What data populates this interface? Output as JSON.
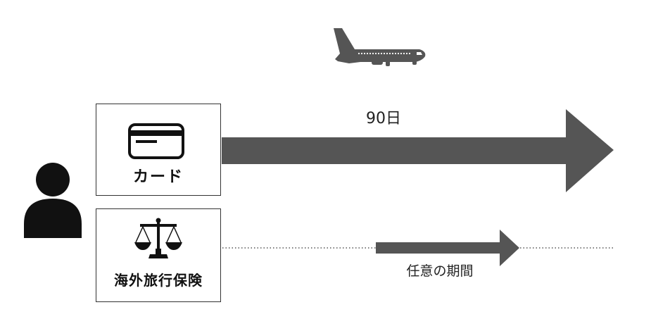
{
  "card": {
    "label": "カード",
    "duration_label": "90日"
  },
  "insurance": {
    "label": "海外旅行保険",
    "duration_label": "任意の期間"
  },
  "colors": {
    "arrow": "#555555",
    "icon": "#111111",
    "border": "#333333",
    "plane": "#555555"
  },
  "icons": [
    "airplane-icon",
    "person-icon",
    "credit-card-icon",
    "scales-icon"
  ]
}
